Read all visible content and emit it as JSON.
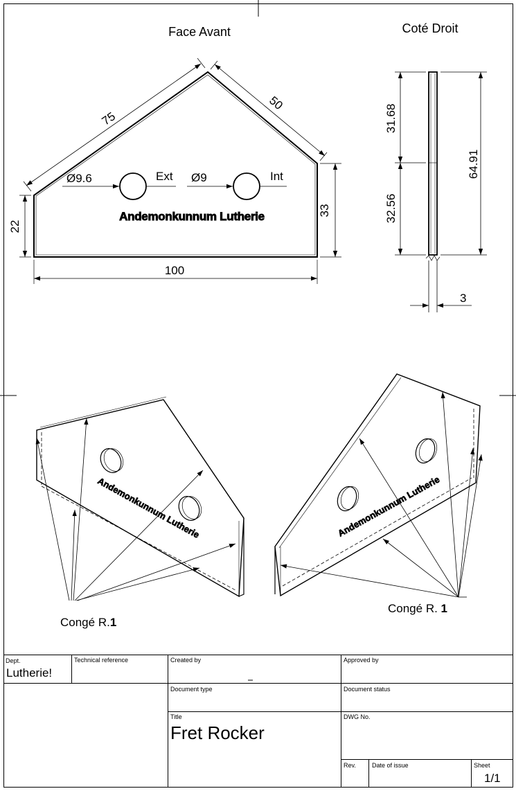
{
  "views": {
    "front_title": "Face Avant",
    "side_title": "Coté Droit"
  },
  "front": {
    "dim_slant_left": "75",
    "dim_slant_right": "50",
    "dim_height_left": "22",
    "dim_height_right": "33",
    "dim_width": "100",
    "hole_left_dia": "Ø9.6",
    "hole_left_label": "Ext",
    "hole_right_dia": "Ø9",
    "hole_right_label": "Int",
    "engraving": "Andemonkunnum Lutherie"
  },
  "side": {
    "dim_upper": "31.68",
    "dim_lower": "32.56",
    "dim_total": "64.91",
    "dim_thickness": "3"
  },
  "notes": {
    "fillet_left_prefix": "Congé R.",
    "fillet_left_value": "1",
    "fillet_right_prefix": "Congé R. ",
    "fillet_right_value": "1"
  },
  "title_block": {
    "dept_label": "Dept.",
    "dept_value": "Lutherie!",
    "technical_reference_label": "Technical reference",
    "created_by_label": "Created by",
    "approved_by_label": "Approved by",
    "document_type_label": "Document type",
    "document_status_label": "Document status",
    "title_label": "Title",
    "title_value": "Fret Rocker",
    "dwg_no_label": "DWG No.",
    "rev_label": "Rev.",
    "date_of_issue_label": "Date of issue",
    "sheet_label": "Sheet",
    "sheet_value": "1/1"
  }
}
